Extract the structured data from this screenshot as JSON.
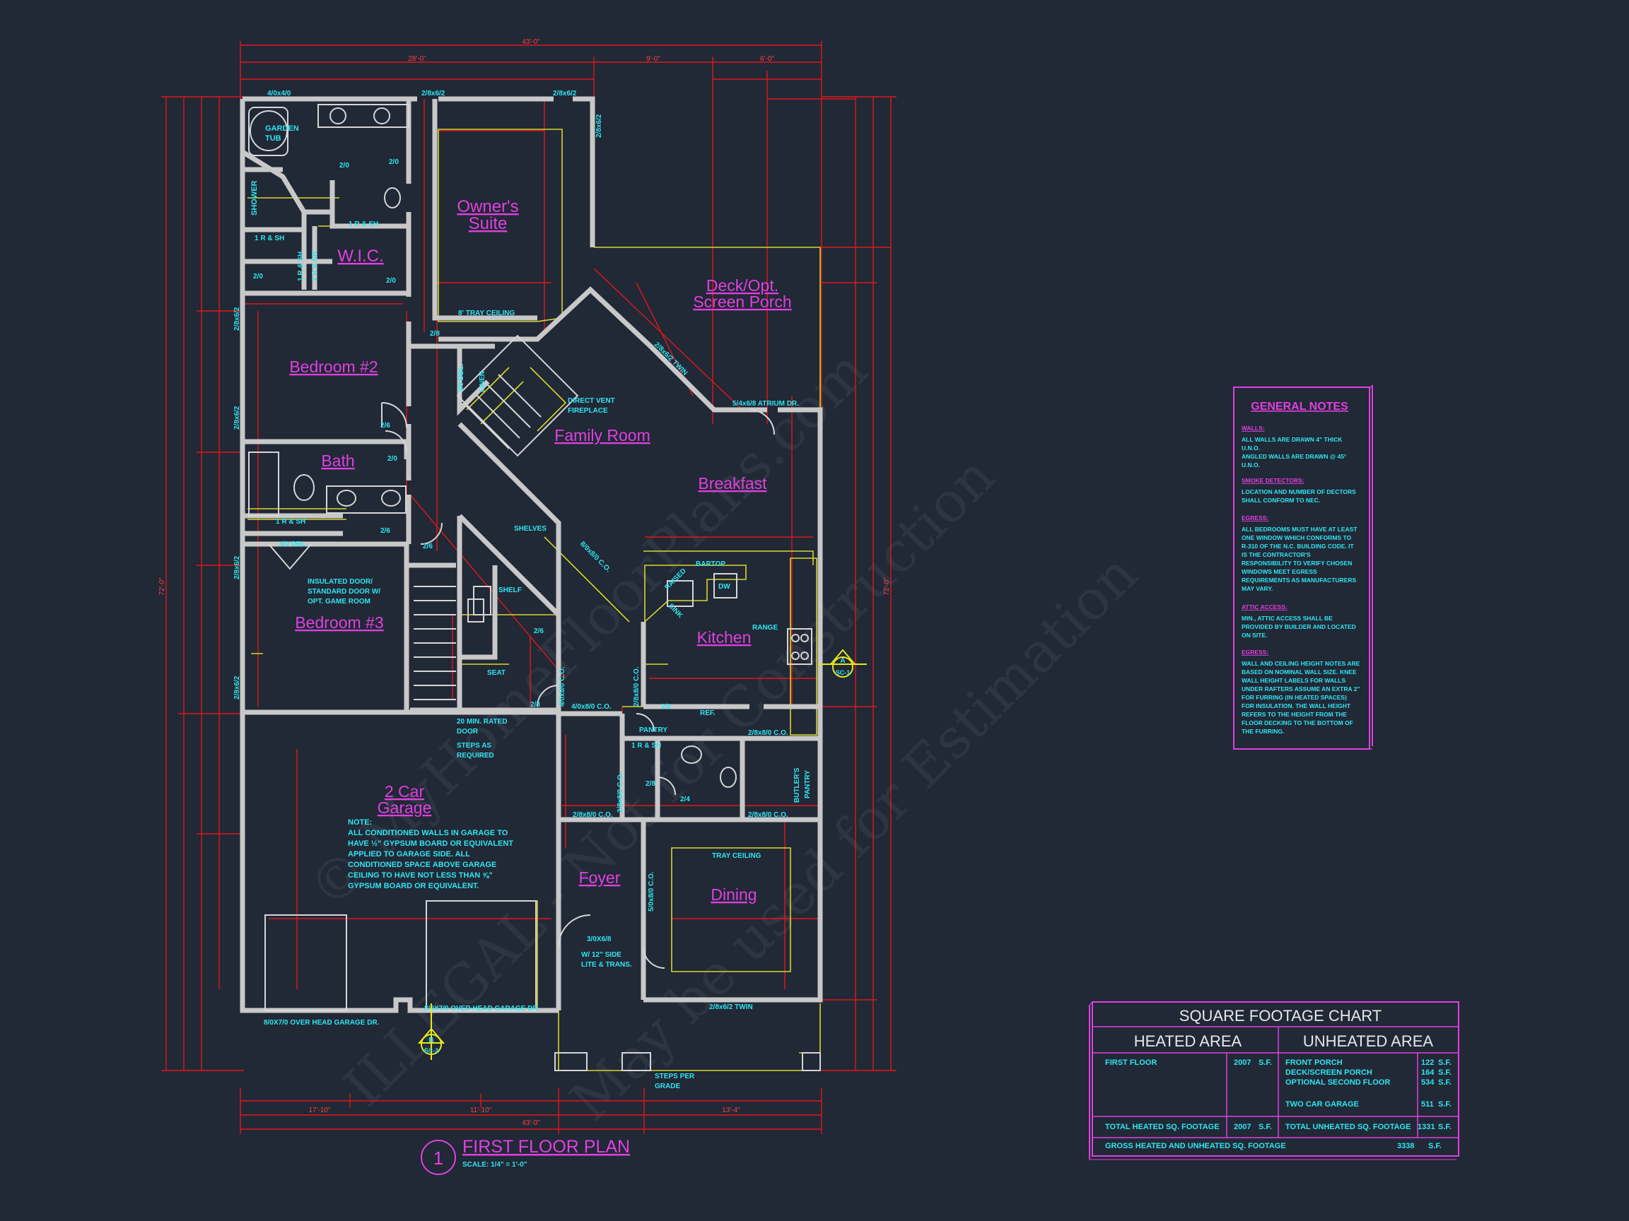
{
  "plan": {
    "number": "1",
    "title": "FIRST FLOOR PLAN",
    "scale": "SCALE:   1/4\" = 1'-0\""
  },
  "rooms": {
    "owners_suite_1": "Owner's",
    "owners_suite_2": "Suite",
    "wic": "W.I.C.",
    "bedroom2": "Bedroom #2",
    "bath": "Bath",
    "bedroom3": "Bedroom #3",
    "family_room": "Family Room",
    "breakfast": "Breakfast",
    "kitchen": "Kitchen",
    "deck_1": "Deck/Opt.",
    "deck_2": "Screen Porch",
    "garage_1": "2 Car",
    "garage_2": "Garage",
    "foyer": "Foyer",
    "dining": "Dining"
  },
  "labels": {
    "garden_tub_1": "GARDEN",
    "garden_tub_2": "TUB",
    "shower": "SHOWER",
    "rsh1": "1 R & SH",
    "rsh2": "1 R & SH",
    "rsh3": "1 R & SH",
    "rsh4": "1 R & SH",
    "rsh5": "1 R & SH",
    "rsh6": "1 R & SH",
    "tray_ceiling_8": "8' TRAY CEILING",
    "linen": "LINEN",
    "dbl_30": "3/0 DBL.",
    "direct_vent_1": "DIRECT VENT",
    "direct_vent_2": "FIREPLACE",
    "twin_28": "2/8x6/2 TWIN",
    "atrium": "5/4x6/8 ATRIUM DR.",
    "dbl_40": "4/0 DBL.",
    "shelves": "SHELVES",
    "shelf": "SHELF",
    "insulated_1": "INSULATED DOOR/",
    "insulated_2": "STANDARD DOOR W/",
    "insulated_3": "OPT. GAME ROOM",
    "seat": "SEAT",
    "rated_1": "20 MIN. RATED",
    "rated_2": "DOOR",
    "steps_1": "STEPS AS",
    "steps_2": "REQUIRED",
    "raised": "RAISED",
    "bartop": "BARTOP",
    "dw": "DW",
    "sink": "SINK",
    "range": "RANGE",
    "pantry": "PANTRY",
    "ref": "REF.",
    "butlers_1": "BUTLER'S",
    "butlers_2": "PANTRY",
    "co_80": "8/0x8/0 C.O.",
    "co_40a": "4/0x8/0 C.O.",
    "co_40b": "4/0x8/0 C.O.",
    "co_28a": "2/8x8/0 C.O.",
    "co_28b": "2/8x8/0 C.O.",
    "co_28c": "2/8x8/0 C.O.",
    "co_28d": "2/8x8/0 C.O.",
    "co_28e": "2/8x8/0 C.O.",
    "co_50": "5/0x8/0 C.O.",
    "tray_ceiling": "TRAY CEILING",
    "twin_dining": "2/8x6/2 TWIN",
    "door_3068": "3/0X6/8",
    "side_lite_1": "W/ 12\" SIDE",
    "side_lite_2": "LITE & TRANS.",
    "garage_dr1": "8/0X7/0 OVER HEAD GARAGE DR.",
    "garage_dr2": "8/0X7/0 OVER HEAD GARAGE DR.",
    "steps_grade_1": "STEPS PER",
    "steps_grade_2": "GRADE",
    "garage_note_0": "NOTE:",
    "garage_note_1": "ALL CONDITIONED WALLS IN GARAGE TO",
    "garage_note_2": "HAVE ½\" GYPSUM BOARD OR EQUIVALENT",
    "garage_note_3": "APPLIED TO GARAGE SIDE.  ALL",
    "garage_note_4": "CONDITIONED SPACE ABOVE GARAGE",
    "garage_note_5": "CEILING TO HAVE NOT LESS THAN ⅝\"",
    "garage_note_6": "GYPSUM BOARD OR EQUIVALENT.",
    "sec_a": "A",
    "sec_a_ref": "SC-1",
    "sec_b": "B",
    "sec_b_ref": "SC-2",
    "win_top1": "4/0x4/0",
    "win_top2": "2/8x6/2",
    "win_top3": "2/8x6/2",
    "win_right": "2/8x6/2",
    "win_l1": "2/8x6/2",
    "win_l2": "2/8x6/2",
    "win_l3": "2/8x6/2",
    "win_l4": "2/8x6/2",
    "d_20a": "2/0",
    "d_20b": "2/0",
    "d_20c": "2/0",
    "d_20d": "2/0",
    "d_20e": "2/0",
    "d_20f": "2/0",
    "d_26a": "2/6",
    "d_26b": "2/6",
    "d_26c": "2/6",
    "d_26d": "2/6",
    "d_28a": "2/8",
    "d_28b": "2/8",
    "d_28c": "2/8",
    "d_24": "2/4"
  },
  "dimensions": {
    "overall_top": "43'-0\"",
    "top_a": "28'-0\"",
    "top_b": "9'-0\"",
    "top_c": "6'-0\"",
    "overall_bottom": "43'-0\"",
    "bot_a": "17'-10\"",
    "bot_b": "11'-10\"",
    "bot_c": "13'-4\"",
    "left_total": "72'-0\"",
    "right_total": "72'-0\""
  },
  "notes": {
    "title": "GENERAL NOTES",
    "walls_h": "WALLS:",
    "walls_1": "ALL WALLS ARE DRAWN 4\" THICK",
    "walls_2": "U.N.O.",
    "walls_3": "ANGLED WALLS ARE DRAWN @ 45°",
    "walls_4": "U.N.O.",
    "smoke_h": "SMOKE DETECTORS:",
    "smoke_1": "LOCATION AND NUMBER OF DECTORS",
    "smoke_2": "SHALL CONFORM TO NEC.",
    "egress_h": "EGRESS:",
    "egress_1": "ALL BEDROOMS MUST HAVE AT LEAST",
    "egress_2": "ONE WINDOW WHICH CONFORMS TO",
    "egress_3": "R-310 OF THE N.C. BUILDING CODE.  IT",
    "egress_4": "IS THE CONTRACTOR'S",
    "egress_5": "RESPONSIBILITY TO VERIFY CHOSEN",
    "egress_6": "WINDOWS MEET EGRESS",
    "egress_7": "REQUIREMENTS AS MANUFACTURERS",
    "egress_8": "MAY VARY.",
    "attic_h": "ATTIC ACCESS:",
    "attic_1": "MIN., ATTIC ACCESS SHALL BE",
    "attic_2": "PROVIDED BY BUILDER AND LOCATED",
    "attic_3": "ON SITE.",
    "egress2_h": "EGRESS:",
    "e2_1": "WALL AND CEILING HEIGHT NOTES ARE",
    "e2_2": "BASED ON NOMINAL WALL SIZE.  KNEE",
    "e2_3": "WALL HEIGHT LABELS FOR WALLS",
    "e2_4": "UNDER RAFTERS ASSUME AN EXTRA 2\"",
    "e2_5": "FOR FURRING (IN HEATED SPACES)",
    "e2_6": "FOR INSULATION.  THE WALL HEIGHT",
    "e2_7": "REFERS TO THE HEIGHT FROM THE",
    "e2_8": "FLOOR DECKING TO THE BOTTOM OF",
    "e2_9": "THE FURRING."
  },
  "sqft": {
    "title": "SQUARE  FOOTAGE CHART",
    "heated_header": "HEATED  AREA",
    "unheated_header": "UNHEATED  AREA",
    "first_floor": "FIRST FLOOR",
    "first_floor_val": "2007",
    "sf1": "S.F.",
    "front_porch": "FRONT PORCH",
    "front_porch_val": "122",
    "deck": "DECK/SCREEN PORCH",
    "deck_val": "164",
    "second": "OPTIONAL SECOND FLOOR",
    "second_val": "534",
    "garage": "TWO CAR GARAGE",
    "garage_val": "511",
    "sf2": "S.F.",
    "sf3": "S.F.",
    "sf4": "S.F.",
    "sf5": "S.F.",
    "total_heated": "TOTAL HEATED SQ. FOOTAGE",
    "total_heated_val": "2007",
    "sf6": "S.F.",
    "total_unheated": "TOTAL UNHEATED SQ. FOOTAGE",
    "total_unheated_val": "1331",
    "sf7": "S.F.",
    "gross": "GROSS HEATED AND UNHEATED SQ. FOOTAGE",
    "gross_val": "3338",
    "sf8": "S.F."
  },
  "watermark": {
    "line1": "© MyHomeFloorPlans.com",
    "line2": "ILLEGAL - Not for Construction",
    "line3": "May be used for Estimation"
  },
  "colors": {
    "background": "#212836",
    "room_label": "#e040e0",
    "annotation": "#2ee6f0",
    "dimension": "#e01818",
    "wall": "#c8c8c8",
    "hidden_line": "#d8d82a"
  }
}
